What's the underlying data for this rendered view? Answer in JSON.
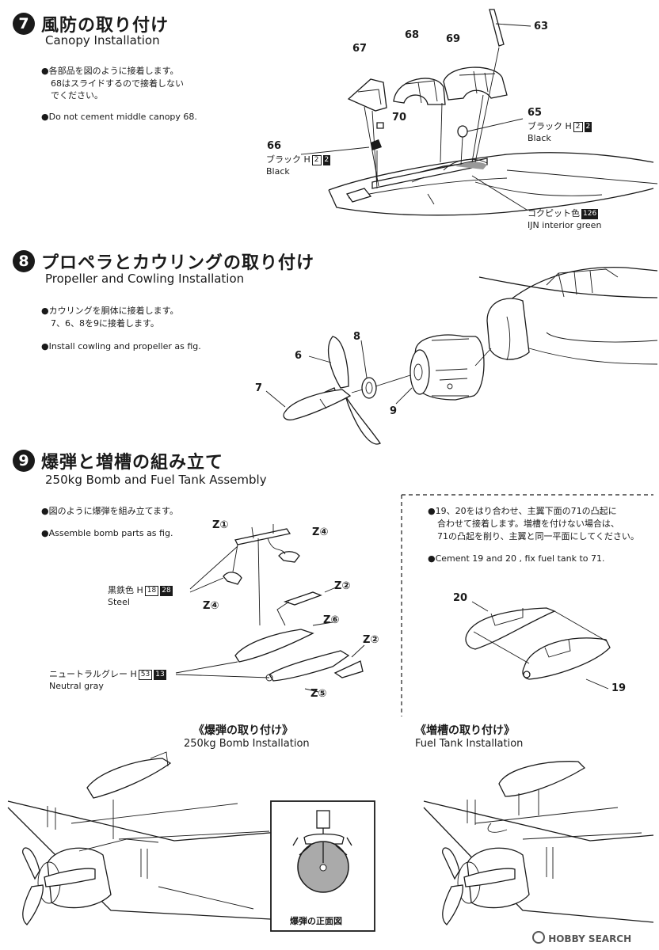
{
  "step7": {
    "num": "7",
    "title_jp": "風防の取り付け",
    "title_en": "Canopy Installation",
    "note_jp_1": "●各部品を図のように接着します。",
    "note_jp_2": "68はスライドするので接着しない",
    "note_jp_3": "でください。",
    "note_en": "●Do not cement middle canopy 68.",
    "parts": {
      "p63": "63",
      "p67": "67",
      "p68": "68",
      "p69": "69",
      "p70": "70",
      "p65": "65",
      "p66": "66"
    },
    "paint_black_jp": "ブラック H",
    "paint_black_code": "2",
    "paint_black_code2": "2",
    "paint_black_en": "Black",
    "paint_cockpit_jp": "コクピット色",
    "paint_cockpit_code": "126",
    "paint_cockpit_en": "IJN interior green"
  },
  "step8": {
    "num": "8",
    "title_jp": "プロペラとカウリングの取り付け",
    "title_en": "Propeller and Cowling Installation",
    "note_jp_1": "●カウリングを胴体に接着します。",
    "note_jp_2": "7、6、8を9に接着します。",
    "note_en": "●Install cowling and propeller as fig.",
    "parts": {
      "p6": "6",
      "p7": "7",
      "p8": "8",
      "p9": "9"
    }
  },
  "step9": {
    "num": "9",
    "title_jp": "爆弾と増槽の組み立て",
    "title_en": "250kg Bomb and Fuel Tank Assembly",
    "note_jp": "●図のように爆弾を組み立てます。",
    "note_en": "●Assemble bomb parts as fig.",
    "parts": {
      "z1": "Z①",
      "z4a": "Z④",
      "z4b": "Z④",
      "z2a": "Z②",
      "z6": "Z⑥",
      "z2b": "Z②",
      "z5": "Z⑤",
      "p20": "20",
      "p19": "19"
    },
    "paint_steel_jp": "黒鉄色 H",
    "paint_steel_code": "18",
    "paint_steel_code2": "28",
    "paint_steel_en": "Steel",
    "paint_gray_jp": "ニュートラルグレー H",
    "paint_gray_code": "53",
    "paint_gray_code2": "13",
    "paint_gray_en": "Neutral gray",
    "tank_note_jp_1": "●19、20をはり合わせ、主翼下面の71の凸起に",
    "tank_note_jp_2": "合わせて接着します。増槽を付けない場合は、",
    "tank_note_jp_3": "71の凸起を削り、主翼と同一平面にしてください。",
    "tank_note_en": "●Cement 19 and 20 , fix fuel tank to 71.",
    "bomb_install_jp": "《爆弾の取り付け》",
    "bomb_install_en": "250kg Bomb Installation",
    "tank_install_jp": "《増槽の取り付け》",
    "tank_install_en": "Fuel Tank Installation",
    "bomb_front_jp": "爆弾の正面図"
  },
  "watermark": "HOBBY SEARCH"
}
